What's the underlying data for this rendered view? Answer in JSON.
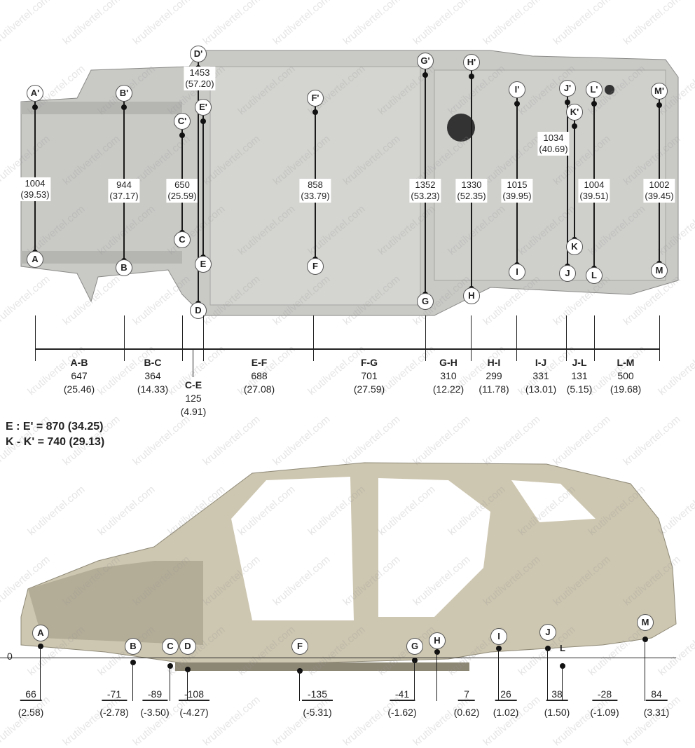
{
  "watermark": "krutilvertel.com",
  "top_view": {
    "points": [
      {
        "id": "A",
        "label": "A",
        "prime": "A'",
        "width": "1004",
        "width_in": "(39.53)"
      },
      {
        "id": "B",
        "label": "B",
        "prime": "B'",
        "width": "944",
        "width_in": "(37.17)"
      },
      {
        "id": "C",
        "label": "C",
        "prime": "C'",
        "width": "650",
        "width_in": "(25.59)"
      },
      {
        "id": "D",
        "label": "D",
        "prime": "D'",
        "width": "1453",
        "width_in": "(57.20)"
      },
      {
        "id": "E",
        "label": "E",
        "prime": "E'"
      },
      {
        "id": "F",
        "label": "F",
        "prime": "F'",
        "width": "858",
        "width_in": "(33.79)"
      },
      {
        "id": "G",
        "label": "G",
        "prime": "G'",
        "width": "1352",
        "width_in": "(53.23)"
      },
      {
        "id": "H",
        "label": "H",
        "prime": "H'",
        "width": "1330",
        "width_in": "(52.35)"
      },
      {
        "id": "I",
        "label": "I",
        "prime": "I'",
        "width": "1015",
        "width_in": "(39.95)"
      },
      {
        "id": "J",
        "label": "J",
        "prime": "J'",
        "width": "1034",
        "width_in": "(40.69)"
      },
      {
        "id": "K",
        "label": "K",
        "prime": "K'"
      },
      {
        "id": "L",
        "label": "L",
        "prime": "L'",
        "width": "1004",
        "width_in": "(39.51)"
      },
      {
        "id": "M",
        "label": "M",
        "prime": "M'",
        "width": "1002",
        "width_in": "(39.45)"
      }
    ],
    "spans": [
      {
        "name": "A-B",
        "mm": "647",
        "in": "(25.46)"
      },
      {
        "name": "B-C",
        "mm": "364",
        "in": "(14.33)"
      },
      {
        "name": "C-E",
        "mm": "125",
        "in": "(4.91)"
      },
      {
        "name": "E-F",
        "mm": "688",
        "in": "(27.08)"
      },
      {
        "name": "F-G",
        "mm": "701",
        "in": "(27.59)"
      },
      {
        "name": "G-H",
        "mm": "310",
        "in": "(12.22)"
      },
      {
        "name": "H-I",
        "mm": "299",
        "in": "(11.78)"
      },
      {
        "name": "I-J",
        "mm": "331",
        "in": "(13.01)"
      },
      {
        "name": "J-L",
        "mm": "131",
        "in": "(5.15)"
      },
      {
        "name": "L-M",
        "mm": "500",
        "in": "(19.68)"
      }
    ],
    "notes": [
      "E : E' = 870 (34.25)",
      "K - K' = 740 (29.13)"
    ]
  },
  "side_view": {
    "zero_label": "0",
    "points": [
      {
        "label": "A",
        "mm": "66",
        "in": "(2.58)"
      },
      {
        "label": "B",
        "mm": "-71",
        "in": "(-2.78)"
      },
      {
        "label": "C",
        "mm": "-89",
        "in": "(-3.50)"
      },
      {
        "label": "D",
        "mm": "-108",
        "in": "(-4.27)"
      },
      {
        "label": "F",
        "mm": "-135",
        "in": "(-5.31)"
      },
      {
        "label": "G",
        "mm": "-41",
        "in": "(-1.62)"
      },
      {
        "label": "H",
        "mm": "7",
        "in": "(0.62)"
      },
      {
        "label": "I",
        "mm": "26",
        "in": "(1.02)"
      },
      {
        "label": "J",
        "mm": "38",
        "in": "(1.50)"
      },
      {
        "label": "L",
        "mm": "-28",
        "in": "(-1.09)"
      },
      {
        "label": "M",
        "mm": "84",
        "in": "(3.31)"
      }
    ]
  }
}
